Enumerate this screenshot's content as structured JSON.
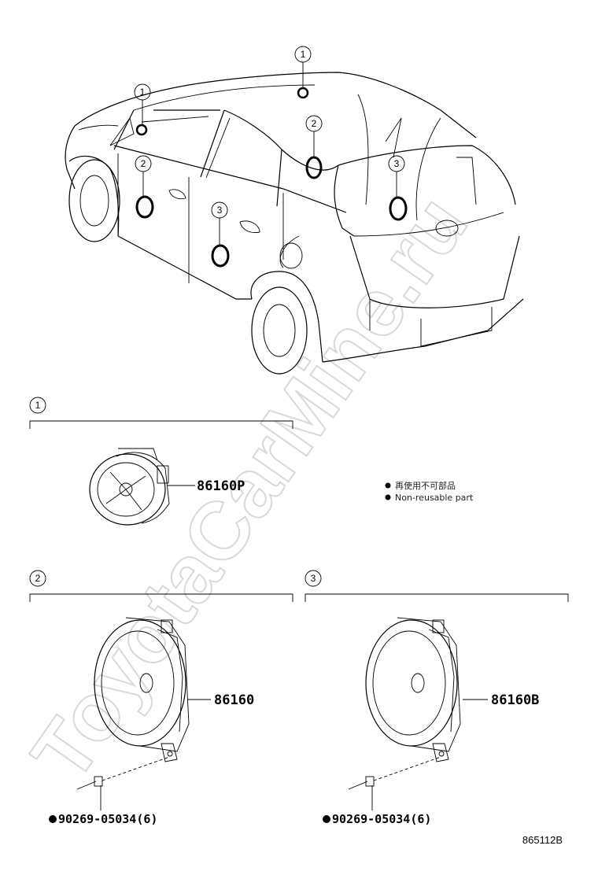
{
  "watermark": "ToyotaCarMine.ru",
  "callouts": {
    "c1": "1",
    "c2": "2",
    "c3": "3"
  },
  "parts": {
    "tweeter": "86160P",
    "front_speaker": "86160",
    "rear_speaker": "86160B",
    "rivet_front": "90269-05034(6)",
    "rivet_rear": "90269-05034(6)"
  },
  "legend": {
    "japanese": "再使用不可部品",
    "english": "Non-reusable part"
  },
  "diagram_ref": "865112B"
}
